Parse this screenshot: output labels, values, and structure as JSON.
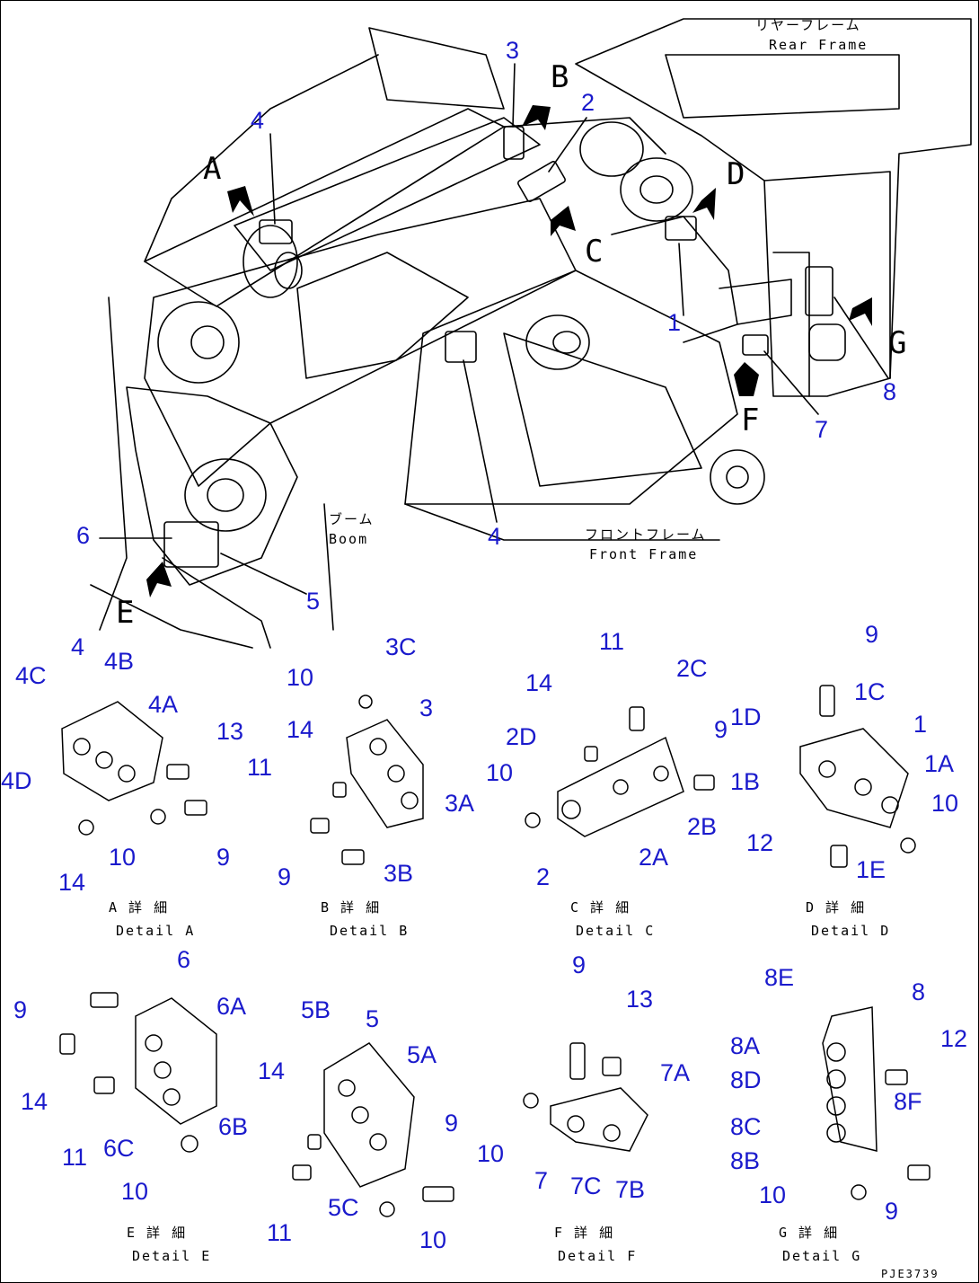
{
  "colors": {
    "callout": "#1a1acc",
    "line": "#000000",
    "background": "#ffffff"
  },
  "main": {
    "frame_labels": {
      "rear_jp": "リヤーフレーム",
      "rear_en": "Rear Frame",
      "boom_jp": "ブーム",
      "boom_en": "Boom",
      "front_jp": "フロントフレーム",
      "front_en": "Front Frame"
    },
    "detail_arrows": [
      "A",
      "B",
      "C",
      "D",
      "E",
      "F",
      "G"
    ],
    "callouts": [
      "1",
      "2",
      "3",
      "4",
      "4",
      "5",
      "6",
      "7",
      "8"
    ]
  },
  "details": [
    {
      "id": "A",
      "jp": "A 詳 細",
      "en": "Detail A",
      "labels": [
        "4C",
        "4",
        "4B",
        "4A",
        "13",
        "4D",
        "14",
        "10",
        "9"
      ]
    },
    {
      "id": "B",
      "jp": "B 詳 細",
      "en": "Detail B",
      "labels": [
        "10",
        "3C",
        "3",
        "14",
        "11",
        "3A",
        "9",
        "3B"
      ]
    },
    {
      "id": "C",
      "jp": "C 詳 細",
      "en": "Detail C",
      "labels": [
        "11",
        "2C",
        "14",
        "2D",
        "9",
        "10",
        "2B",
        "2A",
        "2"
      ]
    },
    {
      "id": "D",
      "jp": "D 詳 細",
      "en": "Detail D",
      "labels": [
        "9",
        "1C",
        "1D",
        "1",
        "1A",
        "1B",
        "10",
        "12",
        "1E"
      ]
    },
    {
      "id": "E",
      "jp": "E 詳 細",
      "en": "Detail E",
      "labels": [
        "6",
        "9",
        "6A",
        "14",
        "6B",
        "11",
        "6C",
        "10"
      ]
    },
    {
      "id": "E2",
      "jp": "E 詳 細",
      "en": "Detail E",
      "labels": [
        "5B",
        "5",
        "5A",
        "14",
        "9",
        "11",
        "5C",
        "10"
      ]
    },
    {
      "id": "F",
      "jp": "F 詳 細",
      "en": "Detail F",
      "labels": [
        "9",
        "13",
        "7A",
        "10",
        "7",
        "7C",
        "7B"
      ]
    },
    {
      "id": "G",
      "jp": "G 詳 細",
      "en": "Detail G",
      "labels": [
        "8E",
        "8",
        "8A",
        "12",
        "8D",
        "8F",
        "8C",
        "8B",
        "10",
        "9"
      ]
    }
  ],
  "drawing_code": "PJE3739"
}
